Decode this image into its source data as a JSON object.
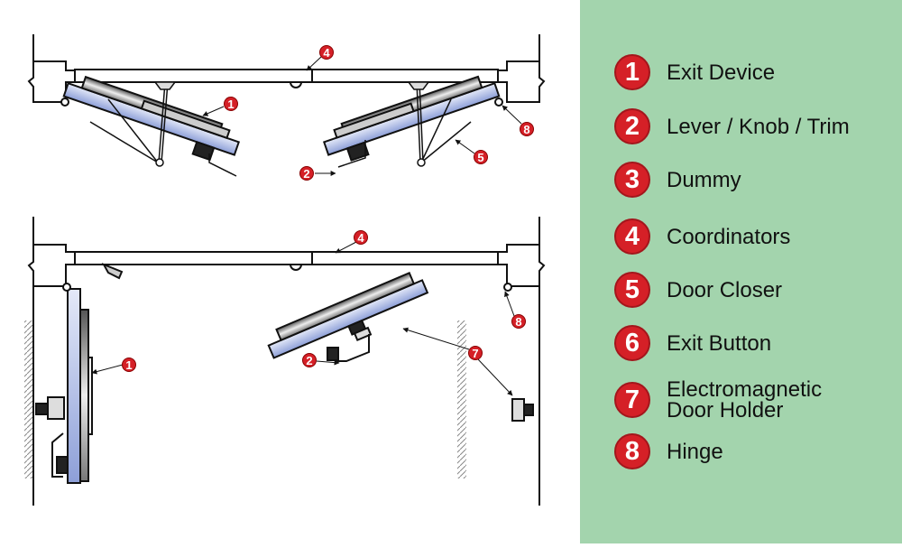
{
  "legend": {
    "items": [
      {
        "number": "1",
        "label": "Exit Device"
      },
      {
        "number": "2",
        "label": "Lever / Knob / Trim"
      },
      {
        "number": "3",
        "label": "Dummy"
      },
      {
        "number": "4",
        "label": "Coordinators"
      },
      {
        "number": "5",
        "label": "Door Closer"
      },
      {
        "number": "6",
        "label": "Exit Button"
      },
      {
        "number": "7",
        "label": "Electromagnetic Door Holder"
      },
      {
        "number": "8",
        "label": "Hinge"
      }
    ]
  },
  "callouts": {
    "top": [
      "4",
      "1",
      "8",
      "5",
      "2"
    ],
    "bottom": [
      "4",
      "8",
      "1",
      "2",
      "7"
    ]
  },
  "colors": {
    "panel": "#a3d4ad",
    "badge": "#d52027",
    "door": "#a9b9e6"
  }
}
